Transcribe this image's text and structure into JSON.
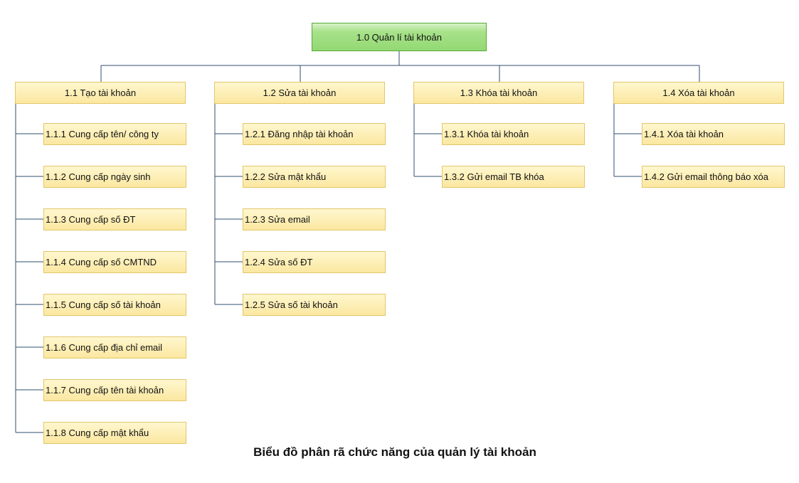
{
  "diagram": {
    "root": {
      "label": "1.0 Quản lí tài khoản"
    },
    "branches": [
      {
        "label": "1.1 Tạo tài khoản",
        "children": [
          "1.1.1 Cung cấp tên/ công ty",
          "1.1.2 Cung cấp ngày sinh",
          "1.1.3 Cung cấp số ĐT",
          "1.1.4 Cung cấp số CMTND",
          "1.1.5 Cung cấp số tài khoản",
          "1.1.6 Cung cấp địa chỉ email",
          "1.1.7 Cung cấp tên tài khoản",
          "1.1.8 Cung cấp mật khẩu"
        ]
      },
      {
        "label": "1.2 Sửa tài khoản",
        "children": [
          "1.2.1 Đăng nhập tài khoản",
          "1.2.2 Sửa mật khẩu",
          "1.2.3 Sửa email",
          "1.2.4 Sửa số ĐT",
          "1.2.5 Sửa số tài khoản"
        ]
      },
      {
        "label": "1.3 Khóa tài khoản",
        "children": [
          "1.3.1 Khóa tài khoản",
          "1.3.2 Gửi email TB khóa"
        ]
      },
      {
        "label": "1.4 Xóa tài khoản",
        "children": [
          "1.4.1 Xóa tài khoản",
          "1.4.2 Gửi email thông báo xóa"
        ]
      }
    ],
    "caption": "Biểu đồ phân rã chức năng của quản lý tài khoản"
  },
  "colors": {
    "root_fill": "#93d873",
    "node_fill": "#fbe7a0",
    "connector": "#2f4f6f"
  }
}
